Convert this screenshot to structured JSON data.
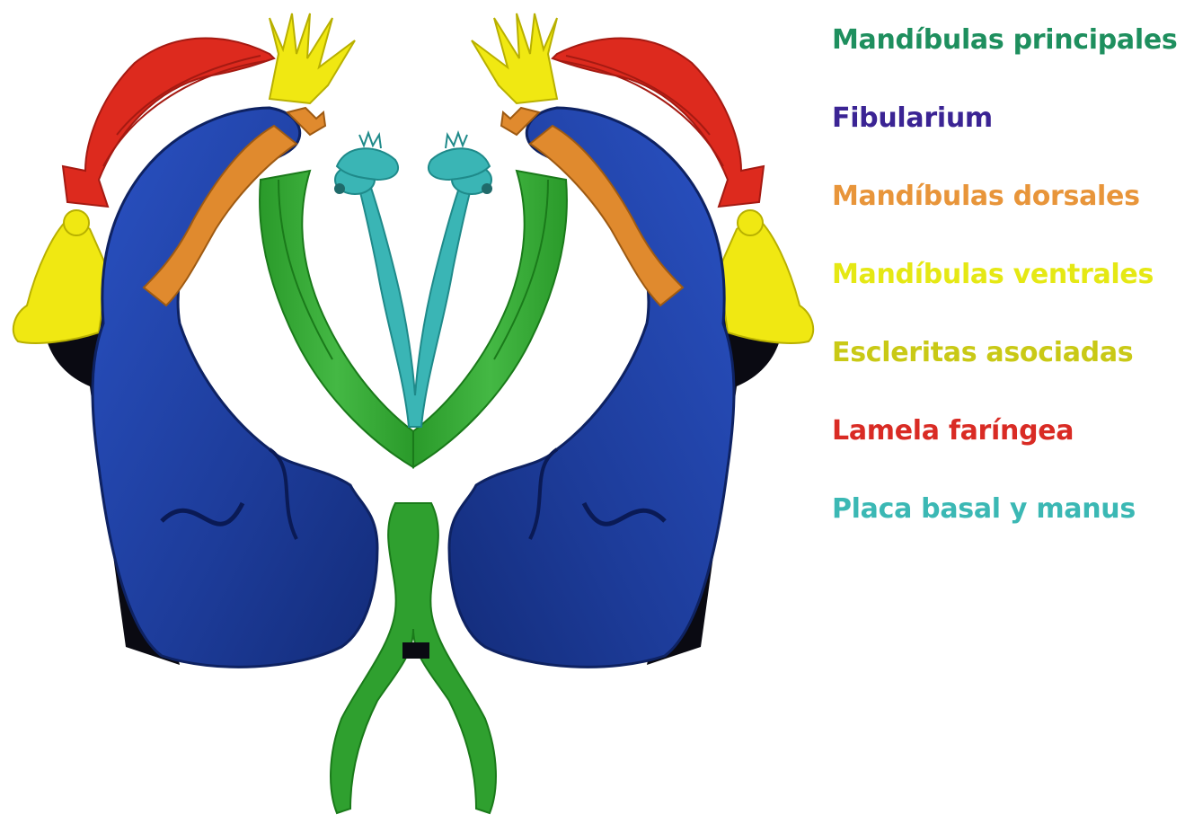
{
  "legend": {
    "items": [
      {
        "label": "Mandíbulas principales",
        "color": "#1e8f5e"
      },
      {
        "label": "Fibularium",
        "color": "#3b2494"
      },
      {
        "label": "Mandíbulas dorsales",
        "color": "#e8953a"
      },
      {
        "label": "Mandíbulas ventrales",
        "color": "#e5e814"
      },
      {
        "label": "Escleritas asociadas",
        "color": "#c9c916"
      },
      {
        "label": "Lamela faríngea",
        "color": "#d92b24"
      },
      {
        "label": "Placa basal y manus",
        "color": "#3bb8b4"
      }
    ]
  },
  "structure_colors": {
    "green": "#3aa83a",
    "dark_green": "#1f8f2a",
    "blue": "#1e3f9e",
    "dark_blue": "#122a74",
    "orange": "#e08a2e",
    "yellow": "#f0e812",
    "red": "#dd2a1e",
    "teal": "#3ab5b5",
    "black": "#0a0a12"
  }
}
